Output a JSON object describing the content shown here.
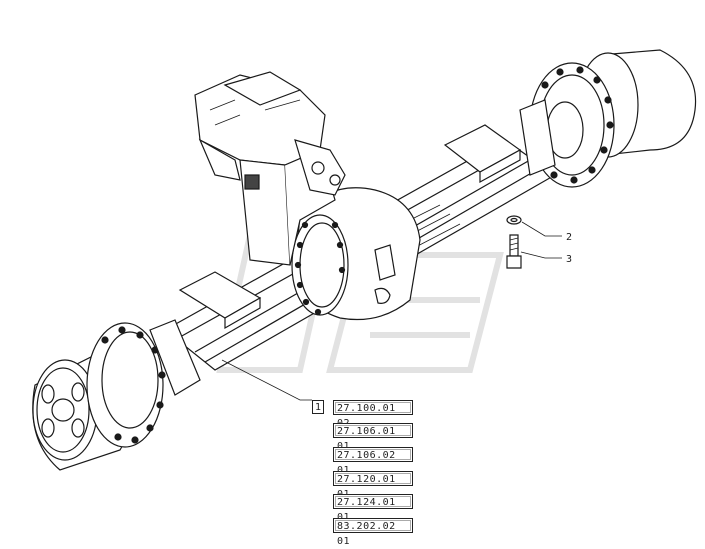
{
  "callouts": [
    {
      "number": "1"
    },
    {
      "number": "2"
    },
    {
      "number": "3"
    }
  ],
  "references": [
    {
      "code": "27.100.01 02"
    },
    {
      "code": "27.106.01 01"
    },
    {
      "code": "27.106.02 01"
    },
    {
      "code": "27.120.01 01"
    },
    {
      "code": "27.124.01 01"
    },
    {
      "code": "83.202.02 01"
    }
  ],
  "colors": {
    "line": "#1a1a1a",
    "watermark": "#e6e6e6"
  }
}
